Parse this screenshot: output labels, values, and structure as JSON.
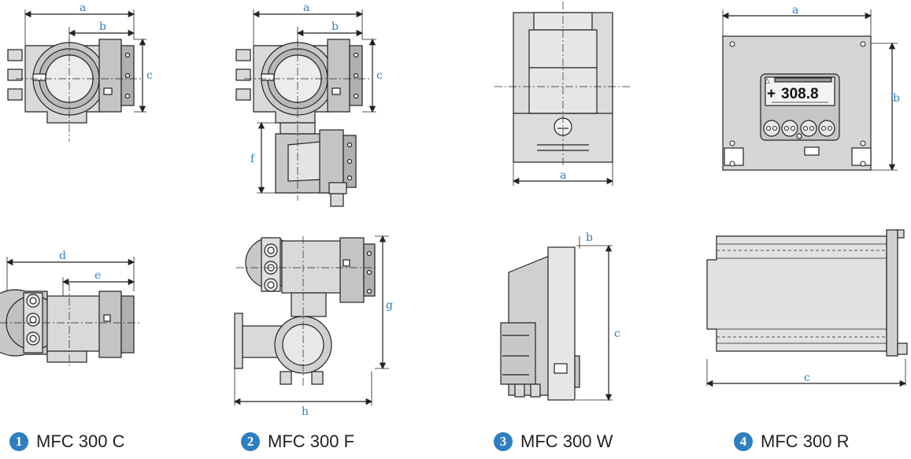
{
  "captions": [
    {
      "badge": "1",
      "label": "MFC 300 C"
    },
    {
      "badge": "2",
      "label": "MFC 300 F"
    },
    {
      "badge": "3",
      "label": "MFC 300 W"
    },
    {
      "badge": "4",
      "label": "MFC 300 R"
    }
  ],
  "dims": {
    "c_front": {
      "a": "a",
      "b": "b",
      "c": "c"
    },
    "f_front": {
      "a": "a",
      "b": "b",
      "c": "c",
      "f": "f"
    },
    "w_front": {
      "a": "a"
    },
    "r_front": {
      "a": "a",
      "b": "b"
    },
    "c_top": {
      "d": "d",
      "e": "e"
    },
    "f_side": {
      "g": "g",
      "h": "h"
    },
    "w_side": {
      "b": "b",
      "c": "c"
    },
    "r_side": {
      "c": "c"
    }
  },
  "display": {
    "sign": "+",
    "value": "308.8",
    "warning_symbol": "△"
  },
  "colors": {
    "dimension_label": "#2e7fc1",
    "badge": "#2e7fc1",
    "drawing_fill": "#d9d9d9",
    "line": "#222222"
  }
}
